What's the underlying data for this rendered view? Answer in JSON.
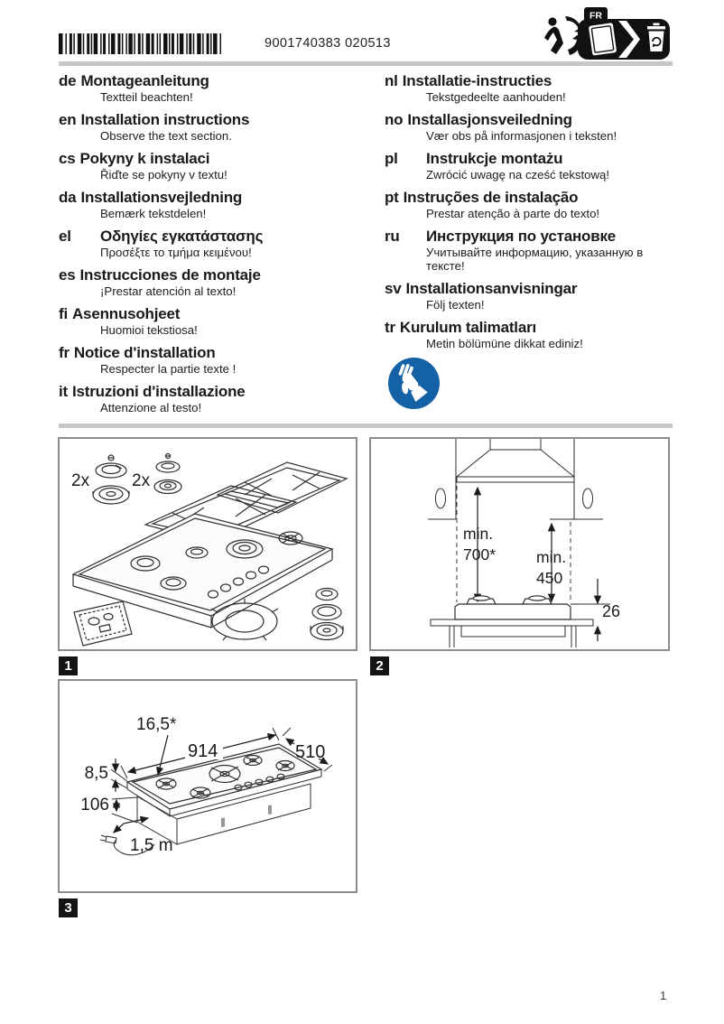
{
  "header": {
    "barcode_number": "9001740383 020513",
    "fr_tag_label": "FR"
  },
  "languages": {
    "left": [
      {
        "code": "de",
        "title": "Montageanleitung",
        "subtitle": "Textteil beachten!"
      },
      {
        "code": "en",
        "title": "Installation instructions",
        "subtitle": "Observe the text section."
      },
      {
        "code": "cs",
        "title": "Pokyny k instalaci",
        "subtitle": "Řiďte se pokyny v textu!"
      },
      {
        "code": "da",
        "title": "Installationsvejledning",
        "subtitle": "Bemærk tekstdelen!"
      },
      {
        "code": "el",
        "title": "Οδηγίες εγκατάστασης",
        "subtitle": "Προσέξτε το τμήμα κειμένου!"
      },
      {
        "code": "es",
        "title": "Instrucciones de montaje",
        "subtitle": "¡Prestar atención al texto!"
      },
      {
        "code": "fi",
        "title": "Asennusohjeet",
        "subtitle": "Huomioi tekstiosa!"
      },
      {
        "code": "fr",
        "title": "Notice d'installation",
        "subtitle": "Respecter la partie texte !"
      },
      {
        "code": "it",
        "title": "Istruzioni d'installazione",
        "subtitle": "Attenzione al testo!"
      }
    ],
    "right": [
      {
        "code": "nl",
        "title": "Installatie-instructies",
        "subtitle": "Tekstgedeelte aanhouden!"
      },
      {
        "code": "no",
        "title": "Installasjonsveiledning",
        "subtitle": "Vær obs på informasjonen i teksten!"
      },
      {
        "code": "pl",
        "title": "Instrukcje montażu",
        "subtitle": "Zwrócić uwagę na cześć tekstową!"
      },
      {
        "code": "pt",
        "title": "Instruções de instalação",
        "subtitle": "Prestar atenção à parte do texto!"
      },
      {
        "code": "ru",
        "title": "Инструкция по установке",
        "subtitle": "Учитывайте информацию, указанную в тексте!"
      },
      {
        "code": "sv",
        "title": "Installationsanvisningar",
        "subtitle": "Följ texten!"
      },
      {
        "code": "tr",
        "title": "Kurulum talimatları",
        "subtitle": "Metin bölümüne dikkat ediniz!"
      }
    ]
  },
  "figures": {
    "fig1": {
      "tag": "1",
      "qty_label_1": "2x",
      "qty_label_2": "2x"
    },
    "fig2": {
      "tag": "2",
      "min_hood_line1": "min.",
      "min_hood_line2": "700*",
      "min_cab_line1": "min.",
      "min_cab_line2": "450",
      "hob_height": "26"
    },
    "fig3": {
      "tag": "3",
      "offset": "16,5*",
      "width": "914",
      "depth": "510",
      "rim_height": "8,5",
      "body_height": "106",
      "cable_length": "1,5 m"
    }
  },
  "footer": {
    "page_number": "1"
  },
  "colors": {
    "safety_blue": "#1561a5"
  }
}
